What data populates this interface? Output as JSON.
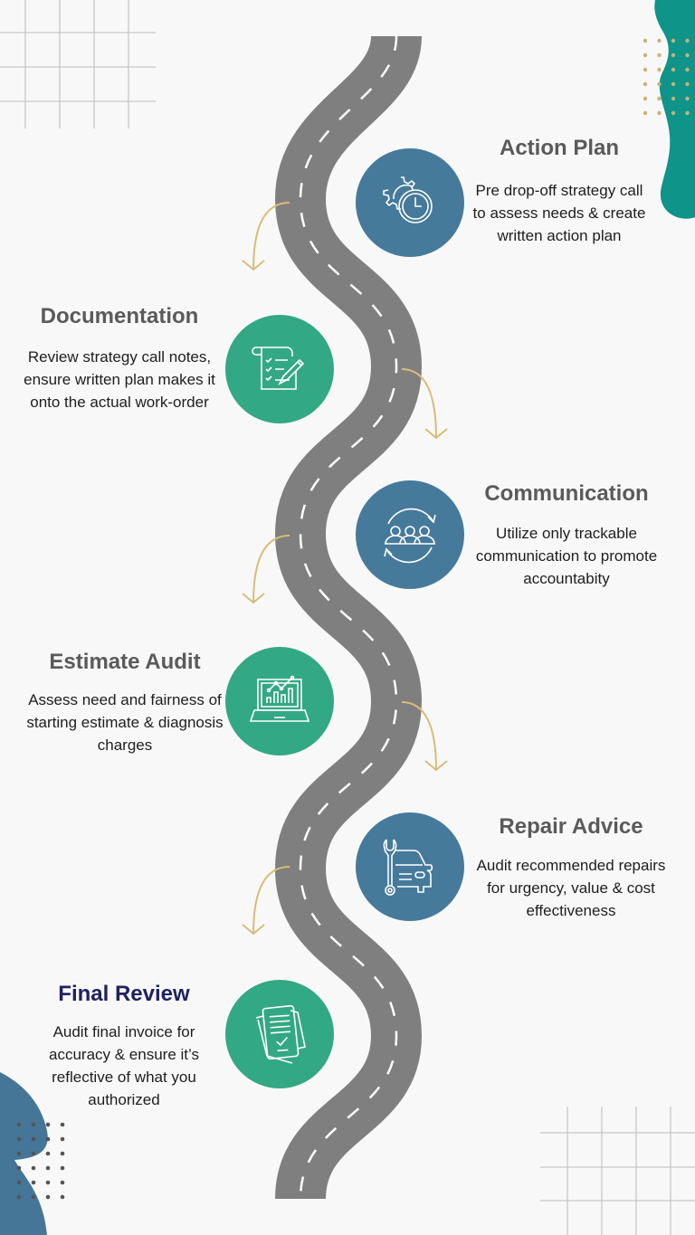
{
  "colors": {
    "background": "#f8f8f8",
    "road": "#7f7f7f",
    "road_lane": "#ffffff",
    "arrow": "#d8bc79",
    "circle_blue": "#467a9b",
    "circle_green": "#33a884",
    "title_gray": "#5a5a5a",
    "title_final": "#1f2160",
    "teal_blob": "#0e9488",
    "blue_blob": "#457698",
    "dots_gold": "#c9b27a",
    "dots_gray": "#555555"
  },
  "steps": [
    {
      "title": "Action Plan",
      "description": "Pre drop-off strategy call to assess needs & create written action plan",
      "icon": "gear-clock-icon",
      "side": "right"
    },
    {
      "title": "Documentation",
      "description": "Review strategy call notes, ensure written plan makes it onto the actual work-order",
      "icon": "checklist-pencil-icon",
      "side": "left"
    },
    {
      "title": "Communication",
      "description": "Utilize only trackable communication to promote accountabity",
      "icon": "team-cycle-icon",
      "side": "right"
    },
    {
      "title": "Estimate Audit",
      "description": "Assess need and fairness of starting estimate & diagnosis charges",
      "icon": "laptop-chart-icon",
      "side": "left"
    },
    {
      "title": "Repair Advice",
      "description": "Audit recommended repairs for urgency, value & cost effectiveness",
      "icon": "car-wrench-icon",
      "side": "right"
    },
    {
      "title": "Final Review",
      "description": "Audit final invoice for accuracy & ensure it’s reflective of what you authorized",
      "icon": "invoice-check-icon",
      "side": "left"
    }
  ]
}
